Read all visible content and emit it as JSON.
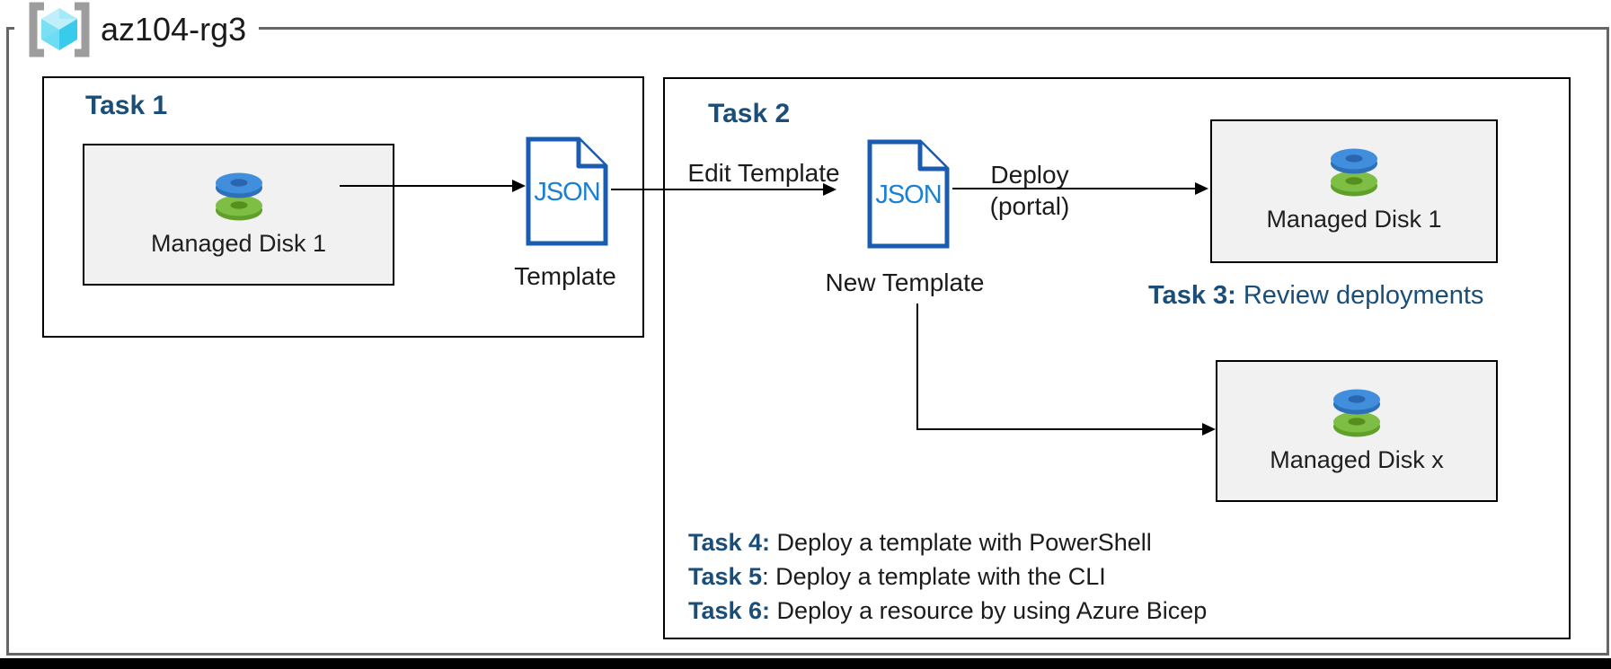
{
  "resource_group": {
    "name": "az104-rg3",
    "icon": "resource-group-icon"
  },
  "task1": {
    "title": "Task 1",
    "disk_box": {
      "label": "Managed Disk 1",
      "icon": "managed-disk-icon"
    },
    "json_icon_label": "JSON",
    "template_label": "Template"
  },
  "task2": {
    "title": "Task 2",
    "edit_arrow_label": "Edit Template",
    "json_icon_label": "JSON",
    "new_template_label": "New Template",
    "deploy_label": "Deploy",
    "deploy_sublabel": "(portal)",
    "disk_box_top": {
      "label": "Managed Disk 1",
      "icon": "managed-disk-icon"
    },
    "disk_box_bottom": {
      "label": "Managed Disk x",
      "icon": "managed-disk-icon"
    },
    "task3": {
      "prefix": "Task 3:",
      "rest": " Review deployments"
    },
    "task_list": [
      {
        "prefix": "Task 4:",
        "rest": " Deploy a template with PowerShell"
      },
      {
        "prefix": "Task 5",
        "rest": ": Deploy a template with the CLI"
      },
      {
        "prefix": "Task 6:",
        "rest": " Deploy a resource by using Azure Bicep"
      }
    ]
  },
  "colors": {
    "task_heading": "#1a4e78",
    "json_icon_border": "#1a5cb0",
    "json_icon_text": "#1b7fd4",
    "frame_border": "#666666",
    "box_border": "#000000",
    "disk_box_fill": "#f1f1f1",
    "disk_blue": "#418fdc",
    "disk_blue_rim": "#2e6fba",
    "disk_green": "#7fbe44",
    "disk_green_rim": "#5fa02a",
    "cube_cyan_light": "#bfeffa",
    "cube_cyan_mid": "#6fdcf4",
    "cube_cyan_dark": "#38cbec",
    "bracket_gray": "#9d9d9d"
  }
}
